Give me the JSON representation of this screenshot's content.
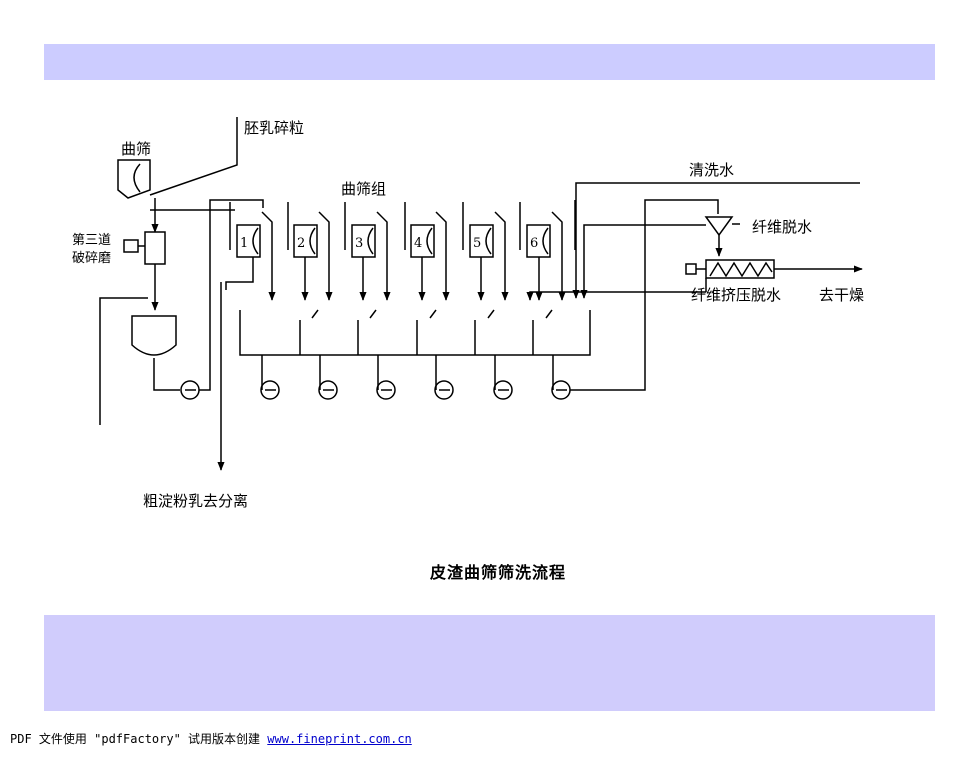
{
  "diagram": {
    "labels": {
      "input": "胚乳碎粒",
      "curved_screen": "曲筛",
      "screen_group": "曲筛组",
      "third_mill": "第三道\n破碎磨",
      "wash_water": "清洗水",
      "fiber_dewater": "纤维脱水",
      "fiber_press": "纤维挤压脱水",
      "to_dry": "去干燥",
      "crude_starch": "粗淀粉乳去分离"
    },
    "screen_numbers": [
      "1",
      "2",
      "3",
      "4",
      "5",
      "6"
    ],
    "title": "皮渣曲筛筛洗流程"
  },
  "colors": {
    "band_top": "#ccccff",
    "band_bottom": "#d0ccfc",
    "link": "#0000cc"
  },
  "footer": {
    "text": "PDF 文件使用 \"pdfFactory\" 试用版本创建 ",
    "link": "www.fineprint.com.cn"
  }
}
